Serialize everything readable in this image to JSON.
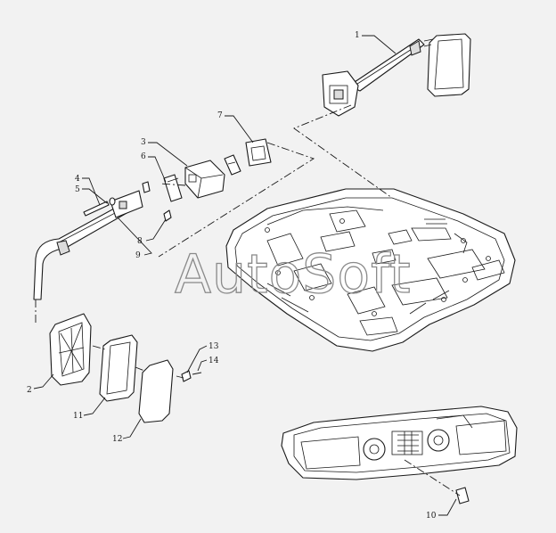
{
  "watermark": "AutoSoft",
  "callouts": [
    "1",
    "2",
    "3",
    "4",
    "5",
    "6",
    "7",
    "8",
    "9",
    "10",
    "11",
    "12",
    "13",
    "14"
  ],
  "colors": {
    "background": "#f2f2f2",
    "line": "#1a1a1a",
    "watermark": "#8a8a8a"
  }
}
